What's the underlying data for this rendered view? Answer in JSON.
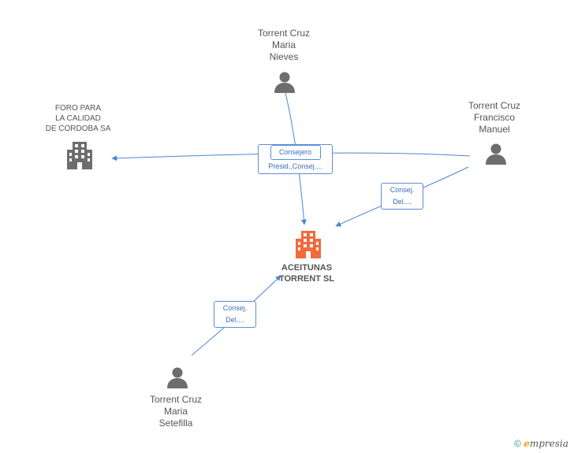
{
  "nodes": {
    "person_nieves": {
      "label_lines": [
        "Torrent Cruz",
        "Maria",
        "Nieves"
      ]
    },
    "company_foro": {
      "label_lines": [
        "FORO PARA",
        "LA CALIDAD",
        "DE CORDOBA SA"
      ]
    },
    "person_francisco": {
      "label_lines": [
        "Torrent Cruz",
        "Francisco",
        "Manuel"
      ]
    },
    "company_main": {
      "label_lines": [
        "ACEITUNAS",
        "TORRENT SL"
      ]
    },
    "person_setefilla": {
      "label_lines": [
        "Torrent Cruz",
        "Maria",
        "Setefilla"
      ]
    }
  },
  "edges": {
    "nieves_main": {
      "label_top": "Consejero",
      "label_bottom": "Presid.,Consej...."
    },
    "francisco_main": {
      "label_lines": [
        "Consej.",
        "Del...."
      ]
    },
    "setefilla_main": {
      "label_lines": [
        "Consej.",
        "Del...."
      ]
    }
  },
  "colors": {
    "person_icon": "#6d6d6d",
    "company_icon": "#6d6d6d",
    "main_company_icon": "#f26a3b",
    "edge": "#4a86d6"
  },
  "footer": {
    "copyright_symbol": "©",
    "brand_first": "e",
    "brand_rest": "mpresia"
  }
}
